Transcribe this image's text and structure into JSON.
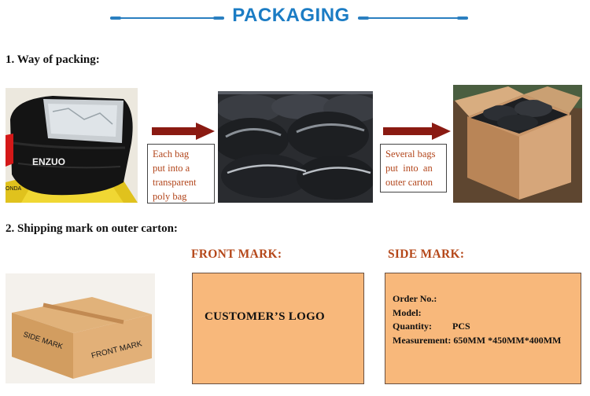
{
  "header": {
    "title": "PACKAGING"
  },
  "section1": {
    "title": "1. Way of packing:",
    "step1_note": [
      "Each bag",
      "put into a",
      "transparent",
      "poly bag"
    ],
    "step2_note": [
      "Several bags",
      "put  into  an",
      "outer carton"
    ]
  },
  "product_photo": {
    "brand": "ENZUO",
    "side_text": "ONDA"
  },
  "section2": {
    "title": "2. Shipping mark on outer carton:",
    "front_label": "FRONT MARK:",
    "side_label": "SIDE MARK:",
    "front_box": {
      "logo_text": "CUSTOMER’S LOGO"
    },
    "side_box": {
      "order_label": "Order No.:",
      "model_label": "Model:",
      "quantity_label": "Quantity:",
      "quantity_unit": "PCS",
      "measurement_label": "Measurement:",
      "measurement_value": "650MM *450MM*400MM"
    },
    "carton": {
      "side_text": "SIDE MARK",
      "front_text": "FRONT MARK"
    }
  },
  "colors": {
    "accent_blue": "#1b7cc4",
    "label_orange": "#b5481a",
    "arrow_red": "#8a1a12",
    "mark_fill": "#f8b87b"
  }
}
